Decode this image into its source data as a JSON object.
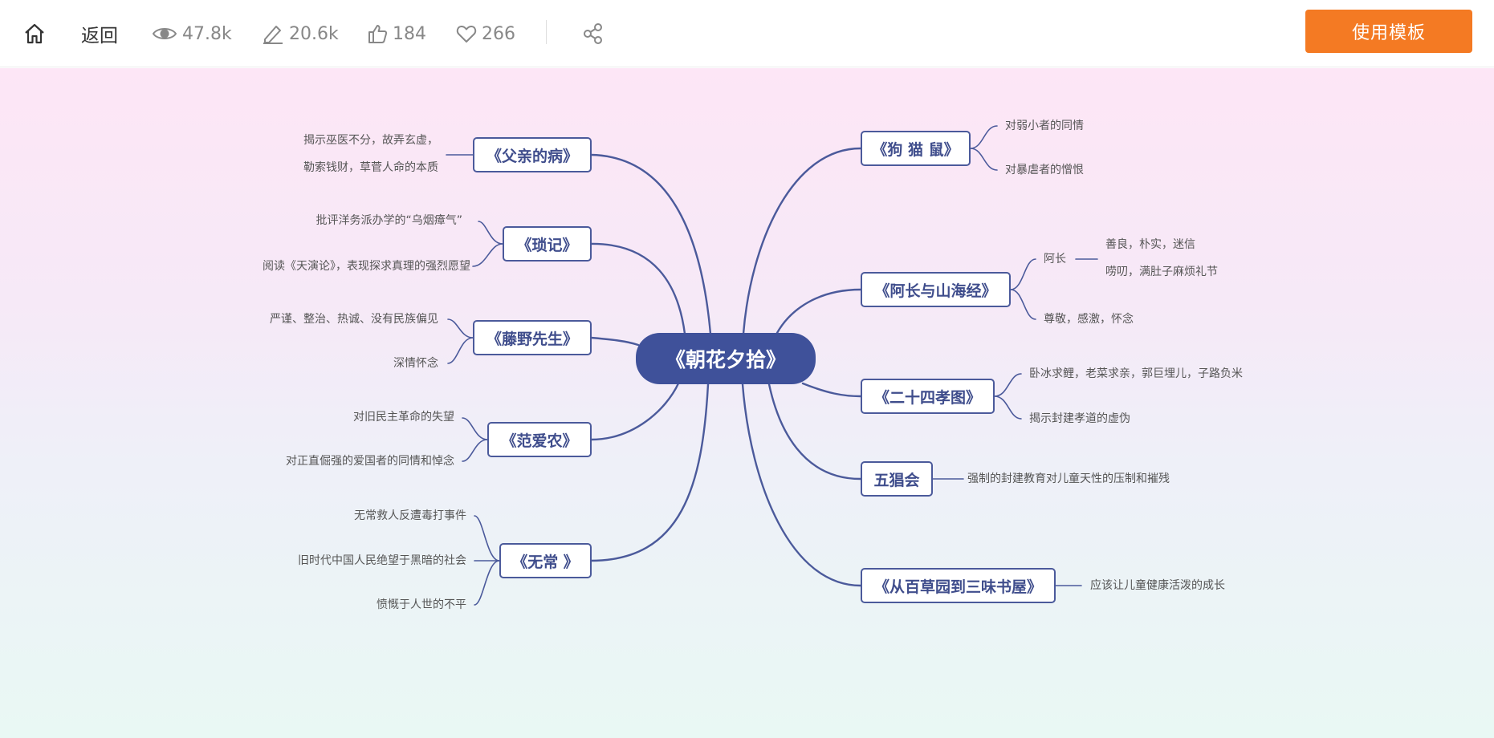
{
  "topbar": {
    "back_label": "返回",
    "views": "47.8k",
    "edits": "20.6k",
    "likes": "184",
    "favorites": "266",
    "use_template_label": "使用模板"
  },
  "mindmap": {
    "root": "《朝花夕拾》",
    "left": [
      {
        "title": "《父亲的病》",
        "children": [
          "揭示巫医不分，故弄玄虚，",
          "勒索钱财，草菅人命的本质"
        ]
      },
      {
        "title": "《琐记》",
        "children": [
          "批评洋务派办学的“乌烟瘴气”",
          "阅读《天演论》，表现探求真理的强烈愿望"
        ]
      },
      {
        "title": "《藤野先生》",
        "children": [
          "严谨、整治、热诚、没有民族偏见",
          "深情怀念"
        ]
      },
      {
        "title": "《范爱农》",
        "children": [
          "对旧民主革命的失望",
          "对正直倔强的爱国者的同情和悼念"
        ]
      },
      {
        "title": "《无常 》",
        "children": [
          "无常救人反遭毒打事件",
          "旧时代中国人民绝望于黑暗的社会",
          "愤慨于人世的不平"
        ]
      }
    ],
    "right": [
      {
        "title": "《狗 猫 鼠》",
        "children": [
          "对弱小者的同情",
          "对暴虐者的憎恨"
        ]
      },
      {
        "title": "《阿长与山海经》",
        "children": [
          "阿长",
          "尊敬，感激，怀念"
        ],
        "subchildren": [
          "善良，朴实，迷信",
          "唠叨，满肚子麻烦礼节"
        ]
      },
      {
        "title": "《二十四孝图》",
        "children": [
          "卧冰求鲤，老菜求亲，郭巨埋儿，子路负米",
          "揭示封建孝道的虚伪"
        ]
      },
      {
        "title": "五猖会",
        "children": [
          "强制的封建教育对儿童天性的压制和摧残"
        ]
      },
      {
        "title": "《从百草园到三味书屋》",
        "children": [
          "应该让儿童健康活泼的成长"
        ]
      }
    ]
  },
  "colors": {
    "accent": "#f47a23",
    "node_border": "#4b5a9b",
    "root_fill": "#3f519a"
  }
}
